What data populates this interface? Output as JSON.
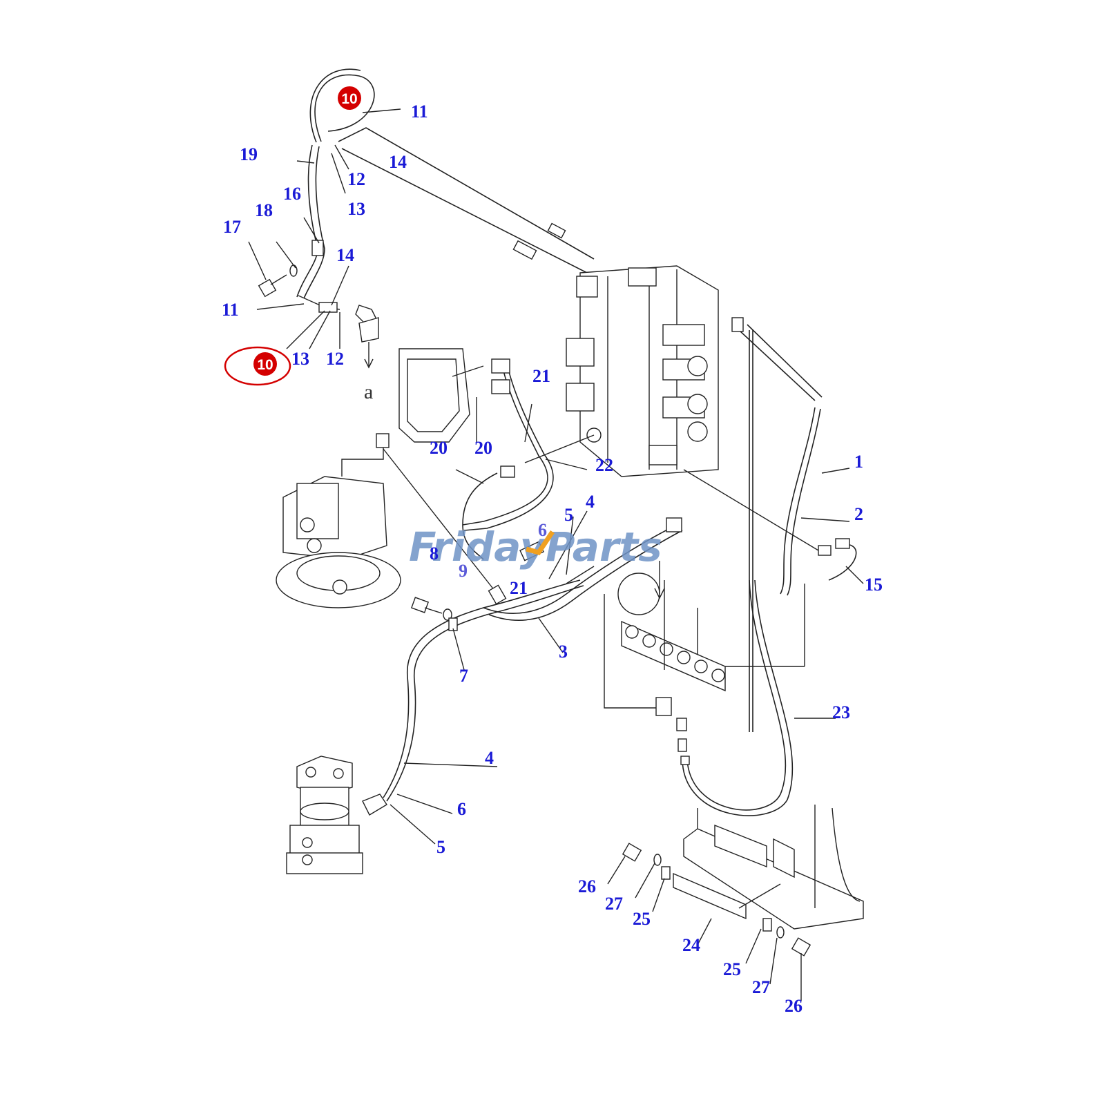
{
  "labels": {
    "l11a": "11",
    "l14a": "14",
    "l19": "19",
    "l12a": "12",
    "l13a": "13",
    "l16": "16",
    "l18": "18",
    "l17": "17",
    "l14b": "14",
    "l11b": "11",
    "l13b": "13",
    "l12b": "12",
    "la": "a",
    "l21a": "21",
    "l20a": "20",
    "l20b": "20",
    "l22": "22",
    "l1": "1",
    "l2": "2",
    "l15": "15",
    "l4a": "4",
    "l5a": "5",
    "l6a": "6",
    "l8": "8",
    "l9": "9",
    "l21b": "21",
    "l3": "3",
    "l7": "7",
    "l23": "23",
    "l4b": "4",
    "l6b": "6",
    "l5b": "5",
    "l26a": "26",
    "l27a": "27",
    "l25a": "25",
    "l24": "24",
    "l25b": "25",
    "l27b": "27",
    "l26b": "26"
  },
  "highlights": {
    "top": "10",
    "bottom": "10"
  },
  "watermark": {
    "name_left": "Friday",
    "name_right": "Parts"
  },
  "colors": {
    "label": "#1a1ad6",
    "highlight": "#d40000",
    "watermark": "#6f93c6",
    "watermark_accent": "#f0a020"
  }
}
